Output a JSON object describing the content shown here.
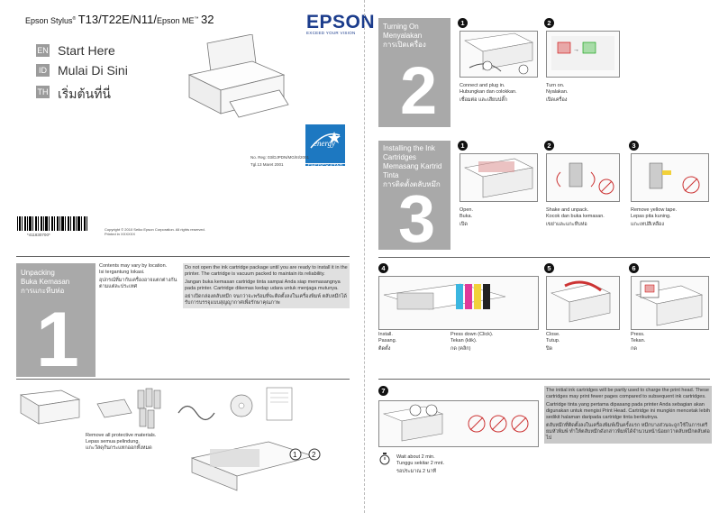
{
  "header": {
    "model_prefix": "Epson Stylus",
    "model_names": "T13/T22E/N11/",
    "model_mid": "Epson ME",
    "model_num": "32",
    "brand": "EPSON",
    "brand_tagline": "EXCEED YOUR VISION"
  },
  "start": {
    "items": [
      {
        "code": "EN",
        "title": "Start Here"
      },
      {
        "code": "ID",
        "title": "Mulai Di Sini"
      },
      {
        "code": "TH",
        "title": "เริ่มต้นที่นี่"
      }
    ]
  },
  "energy_star_label": "ENERGY STAR",
  "reg": {
    "line1": "No. Reg: 03/DJPDN/MG/III/2001",
    "line2": "Tgl.13 Maret 2001"
  },
  "barcode_number": "*411830700*",
  "copyright": {
    "line1": "Copyright © 2010 Seiko Epson Corporation. All rights reserved.",
    "line2": "Printed in XXXXXX"
  },
  "section1": {
    "title_en": "Unpacking",
    "title_id": "Buka Kemasan",
    "title_th": "การแกะหีบห่อ",
    "number": "1",
    "contents_en": "Contents may vary by location.",
    "contents_id": "Isi tergantung lokasi.",
    "contents_th": "อุปกรณ์ที่มากับเครื่องอาจแตกต่างกันตามแต่ละประเทศ",
    "warn_en": "Do not open the ink cartridge package until you are ready to install it in the printer. The cartridge is vacuum packed to maintain its reliability.",
    "warn_id": "Jangan buka kemasan cartridge tinta sampai Anda siap memasangnya pada printer. Cartridge dikemas kedap udara untuk menjaga mutunya.",
    "warn_th": "อย่าเปิดกล่องตลับหมึก จนกว่าจะพร้อมที่จะติดตั้งลงในเครื่องพิมพ์ ตลับหมึกได้รับการบรรจุแบบสุญญากาศเพื่อรักษาคุณภาพ",
    "remove_en": "Remove all protective materials.",
    "remove_id": "Lepas semua pelindung.",
    "remove_th": "แกะวัสดุกันกระแทกออกทั้งหมด"
  },
  "section2": {
    "title_en": "Turning On",
    "title_id": "Menyalakan",
    "title_th": "การเปิดเครื่อง",
    "number": "2",
    "step1": {
      "n": "1",
      "en": "Connect and plug in.",
      "id": "Hubungkan dan colokkan.",
      "th": "เชื่อมต่อ และเสียบปลั๊ก"
    },
    "step2": {
      "n": "2",
      "en": "Turn on.",
      "id": "Nyalakan.",
      "th": "เปิดเครื่อง"
    }
  },
  "section3": {
    "title_en": "Installing the Ink Cartridges",
    "title_id": "Memasang Kartrid Tinta",
    "title_th": "การติดตั้งตลับหมึก",
    "number": "3",
    "steps": [
      {
        "n": "1",
        "en": "Open.",
        "id": "Buka.",
        "th": "เปิด"
      },
      {
        "n": "2",
        "en": "Shake and unpack.",
        "id": "Kocok dan buka kemasan.",
        "th": "เขย่าและแกะหีบห่อ"
      },
      {
        "n": "3",
        "en": "Remove yellow tape.",
        "id": "Lepas pita kuning.",
        "th": "แกะเทปสีเหลือง"
      },
      {
        "n": "4",
        "en": "Install.",
        "id": "Pasang.",
        "th": "ติดตั้ง"
      },
      {
        "n": "5",
        "en": "Close.",
        "id": "Tutup.",
        "th": "ปิด"
      },
      {
        "n": "6",
        "en": "Press.",
        "id": "Tekan.",
        "th": "กด"
      }
    ],
    "press_down": {
      "en": "Press down (Click).",
      "id": "Tekan (klik).",
      "th": "กด (คลิก)"
    },
    "step7": {
      "n": "7",
      "en": "Wait about 2 min.",
      "id": "Tunggu sekitar 2 mnt.",
      "th": "รอประมาณ 2 นาที"
    },
    "note_en": "The initial ink cartridges will be partly used to charge the print head. These cartridges may print fewer pages compared to subsequent ink cartridges.",
    "note_id": "Cartridge tinta yang pertama dipasang pada printer Anda sebagian akan digunakan untuk mengisi Print Head. Cartridge ini mungkin mencetak lebih sedikit halaman daripada cartridge tinta berikutnya.",
    "note_th": "ตลับหมึกที่ติดตั้งลงในเครื่องพิมพ์เป็นครั้งแรก หมึกบางส่วนจะถูกใช้ในการเตรียมหัวพิมพ์ ทำให้ตลับหมึกดังกล่าวพิมพ์ได้จำนวนหน้าน้อยกว่าตลับหมึกตลับต่อไป"
  },
  "colors": {
    "gray_box": "#a9a9a9",
    "brand_blue": "#1b3c8c",
    "energy_blue": "#1d78c1",
    "note_bg": "#c8c8c8"
  }
}
